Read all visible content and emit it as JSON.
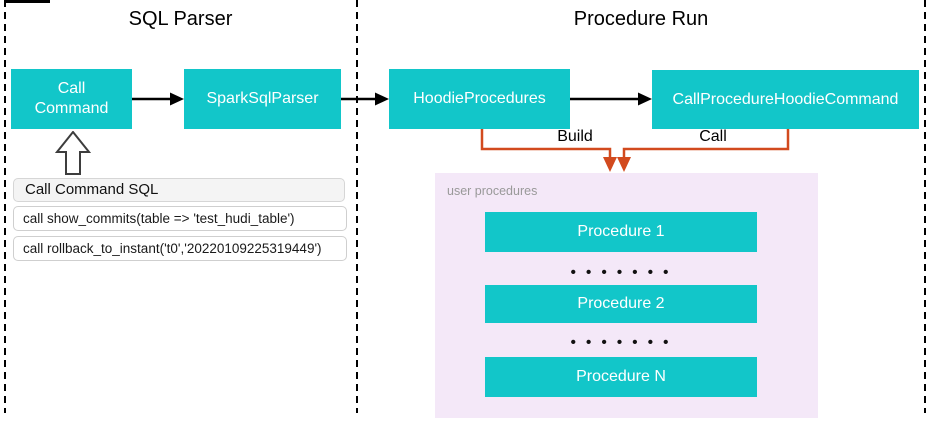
{
  "colors": {
    "node_teal": "#12C6C9",
    "edge_orange": "#D24A1E",
    "panel_pink": "#F4E8F8",
    "muted_label_gray": "#999999"
  },
  "sections": {
    "sql_parser": {
      "title": "SQL Parser",
      "nodes": {
        "call_command": "Call Command",
        "spark_sql_parser": "SparkSqlParser"
      },
      "sql_panel": {
        "header": "Call Command SQL",
        "rows": [
          "call show_commits(table => 'test_hudi_table')",
          "call rollback_to_instant('t0','20220109225319449')"
        ]
      }
    },
    "procedure_run": {
      "title": "Procedure Run",
      "nodes": {
        "hoodie_procedures": "HoodieProcedures",
        "call_procedure_hoodie_command": "CallProcedureHoodieCommand"
      },
      "edge_labels": {
        "build": "Build",
        "call": "Call"
      },
      "user_procedures": {
        "label": "user procedures",
        "items": [
          "Procedure 1",
          "Procedure 2",
          "Procedure N"
        ],
        "dots": "• • • • • • •"
      }
    }
  }
}
